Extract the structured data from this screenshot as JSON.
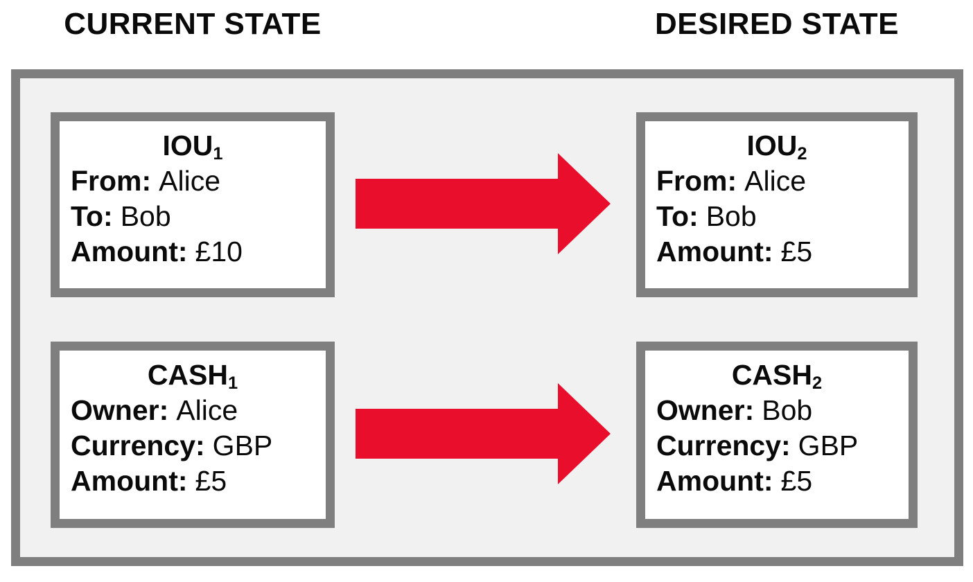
{
  "headings": {
    "current": "CURRENT STATE",
    "desired": "DESIRED STATE"
  },
  "colors": {
    "arrow_red": "#e90e2b",
    "border_gray": "#7f7f7f",
    "panel_bg": "#f1f1f1",
    "box_bg": "#ffffff",
    "text": "#0a0a0a"
  },
  "boxes": [
    {
      "id": "iou1",
      "title": "IOU",
      "subscript": "1",
      "fields": [
        {
          "label": "From:",
          "value": "Alice"
        },
        {
          "label": "To:",
          "value": "Bob"
        },
        {
          "label": "Amount:",
          "value": "£10"
        }
      ]
    },
    {
      "id": "iou2",
      "title": "IOU",
      "subscript": "2",
      "fields": [
        {
          "label": "From:",
          "value": "Alice"
        },
        {
          "label": "To:",
          "value": "Bob"
        },
        {
          "label": "Amount:",
          "value": "£5"
        }
      ]
    },
    {
      "id": "cash1",
      "title": "CASH",
      "subscript": "1",
      "fields": [
        {
          "label": "Owner:",
          "value": "Alice"
        },
        {
          "label": "Currency:",
          "value": "GBP"
        },
        {
          "label": "Amount:",
          "value": "£5"
        }
      ]
    },
    {
      "id": "cash2",
      "title": "CASH",
      "subscript": "2",
      "fields": [
        {
          "label": "Owner:",
          "value": "Bob"
        },
        {
          "label": "Currency:",
          "value": "GBP"
        },
        {
          "label": "Amount:",
          "value": "£5"
        }
      ]
    }
  ],
  "arrows": [
    {
      "name": "iou-transition-arrow"
    },
    {
      "name": "cash-transition-arrow"
    }
  ]
}
